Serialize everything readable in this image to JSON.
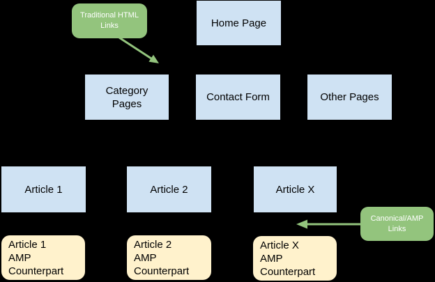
{
  "colors": {
    "background": "#000000",
    "page_box": "#cfe2f3",
    "amp_box": "#fff2cc",
    "callout_bg": "#93c47d",
    "arrow": "#93c47d",
    "box_text": "#000000",
    "callout_text": "#ffffff"
  },
  "nodes": {
    "home": "Home Page",
    "category": "Category\nPages",
    "contact": "Contact Form",
    "other": "Other Pages",
    "article1": "Article 1",
    "article2": "Article 2",
    "articlex": "Article X",
    "amp1": "Article 1\nAMP\nCounterpart",
    "amp2": "Article 2\nAMP\nCounterpart",
    "ampx": "Article X\nAMP\nCounterpart"
  },
  "callouts": {
    "traditional": "Traditional HTML\nLinks",
    "canonical": "Canonical/AMP\nLinks"
  }
}
